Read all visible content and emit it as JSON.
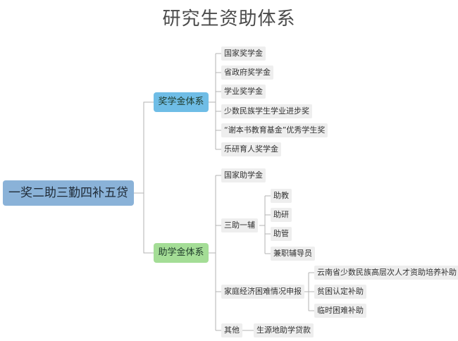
{
  "title": "研究生资助体系",
  "root": {
    "label": "一奖二助三勤四补五贷"
  },
  "colors": {
    "root": "#8ab2d8",
    "scholarship_branch": "#6fbde6",
    "grant_branch": "#a4dd96",
    "leaf_fill": "#eeeeee",
    "connector": "#b3b3b3"
  },
  "scholarship": {
    "label": "奖学金体系",
    "items": [
      {
        "label": "国家奖学金"
      },
      {
        "label": "省政府奖学金"
      },
      {
        "label": "学业奖学金"
      },
      {
        "label": "少数民族学生学业进步奖"
      },
      {
        "label": "“谢本书教育基金”优秀学生奖"
      },
      {
        "label": "乐研育人奖学金"
      }
    ]
  },
  "grant": {
    "label": "助学金体系",
    "national": {
      "label": "国家助学金"
    },
    "three_assist": {
      "label": "三助一辅",
      "items": [
        {
          "label": "助教"
        },
        {
          "label": "助研"
        },
        {
          "label": "助管"
        },
        {
          "label": "兼职辅导员"
        }
      ]
    },
    "hardship": {
      "label": "家庭经济困难情况申报",
      "items": [
        {
          "label": "云南省少数民族高层次人才资助培养补助"
        },
        {
          "label": "贫困认定补助"
        },
        {
          "label": "临时困难补助"
        }
      ]
    },
    "other": {
      "label": "其他",
      "items": [
        {
          "label": "生源地助学贷款"
        }
      ]
    }
  }
}
